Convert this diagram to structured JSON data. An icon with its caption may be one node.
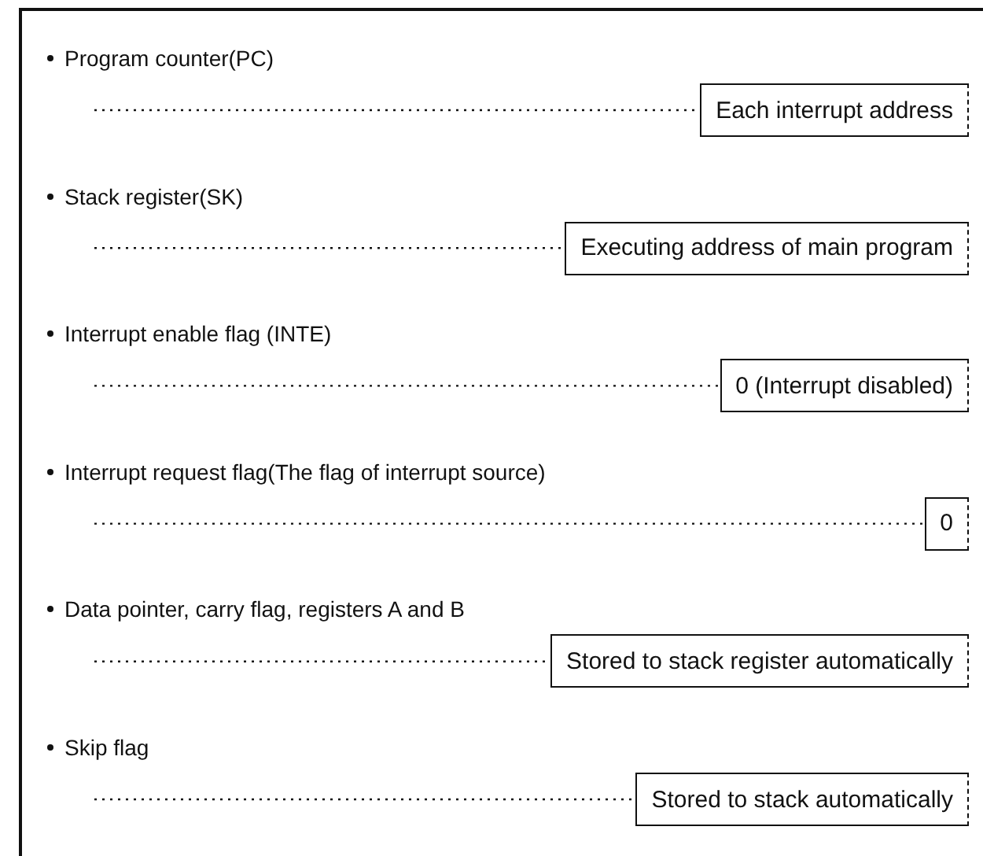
{
  "diagram": {
    "nodes": [
      {
        "text": [
          "Each interrupt address"
        ]
      },
      {
        "text": [
          "Executing address of main program"
        ]
      },
      {
        "text": [
          "0 (Interrupt disabled)"
        ]
      },
      {
        "text": [
          "0"
        ]
      },
      {
        "text": [
          "Stored to stack register automatically"
        ]
      },
      {
        "text": [
          "Stored to stack automatically"
        ]
      }
    ],
    "edges": [
      {
        "from": null,
        "to": 0,
        "arrow": "none",
        "style": "dashed"
      },
      {
        "from": null,
        "to": 1,
        "arrow": "none",
        "style": "dashed"
      },
      {
        "from": null,
        "to": 2,
        "arrow": "none",
        "style": "dashed"
      },
      {
        "from": null,
        "to": 3,
        "arrow": "none",
        "style": "dashed"
      },
      {
        "from": null,
        "to": 4,
        "arrow": "none",
        "style": "dashed"
      },
      {
        "from": null,
        "to": 5,
        "arrow": "none",
        "style": "dashed"
      }
    ],
    "labels": [
      "Program counter(PC)",
      "Stack register(SK)",
      "Interrupt enable flag (INTE)",
      "Interrupt request flag(The flag of interrupt source)",
      "Data pointer, carry flag, registers A and B",
      "Skip flag"
    ]
  }
}
